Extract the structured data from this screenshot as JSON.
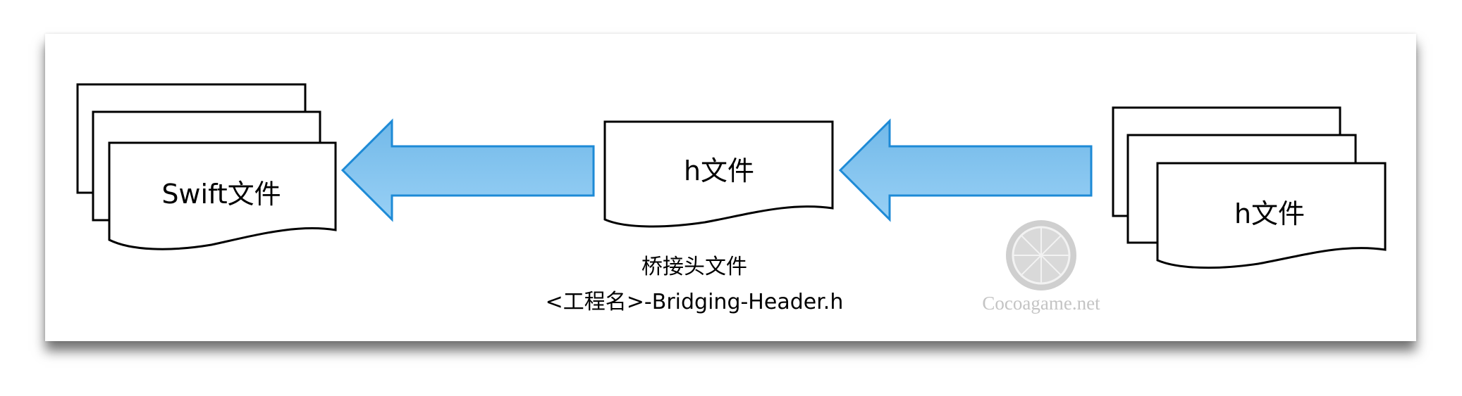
{
  "diagram": {
    "swift_stack": {
      "label": "Swift文件"
    },
    "bridging_header": {
      "label": "h文件",
      "caption_line1": "桥接头文件",
      "caption_line2": "<工程名>-Bridging-Header.h"
    },
    "h_stack": {
      "label": "h文件"
    },
    "watermark": {
      "text": "Cocoagame.net"
    },
    "colors": {
      "arrow_fill_top": "#72b9e9",
      "arrow_fill_bottom": "#98d0f5",
      "arrow_stroke": "#1d8ad6",
      "outline": "#000000"
    }
  }
}
